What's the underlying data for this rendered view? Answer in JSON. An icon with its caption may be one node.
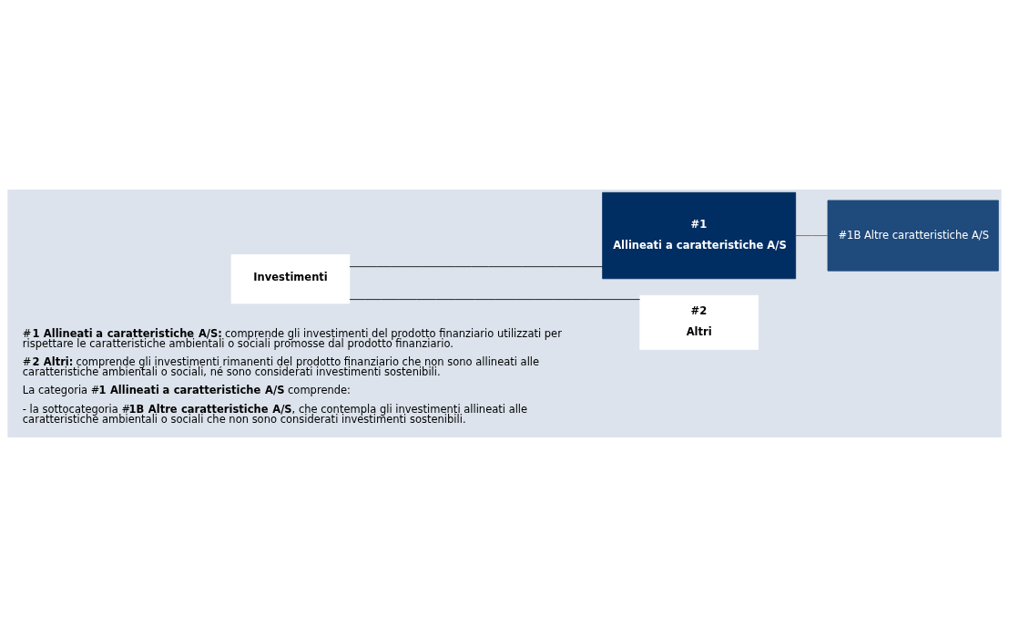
{
  "diagram": {
    "nodes": [
      {
        "text": [
          "Investimenti"
        ]
      },
      {
        "text": [
          "#1",
          "Allineati a caratteristiche A/S"
        ]
      },
      {
        "text": [
          "#2",
          "Altri"
        ]
      },
      {
        "text": [
          "#1B Altre caratteristiche A/S"
        ]
      }
    ],
    "edges": [
      {
        "from": 0,
        "to": 1,
        "arrow": "none"
      },
      {
        "from": 0,
        "to": 2,
        "arrow": "none"
      },
      {
        "from": 1,
        "to": 3,
        "arrow": "none",
        "color": "#c8461e"
      }
    ],
    "labels": [
      "#**1 Allineati a caratteristiche A/S:** comprende gli investimenti del prodotto finanziario utilizzati per rispettare le caratteristiche ambientali o sociali promosse dal prodotto finanziario.",
      "#**2 Altri:** comprende gli investimenti rimanenti del prodotto finanziario che non sono allineati alle caratteristiche ambientali o sociali, né sono considerati investimenti sostenibili.",
      "La categoria #**1 Allineati a caratteristiche A/S** comprende:",
      "- la sottocategoria #**1B Altre caratteristiche A/S**, che contempla gli investimenti allineati alle caratteristiche ambientali o sociali che non sono considerati investimenti sostenibili."
    ]
  }
}
